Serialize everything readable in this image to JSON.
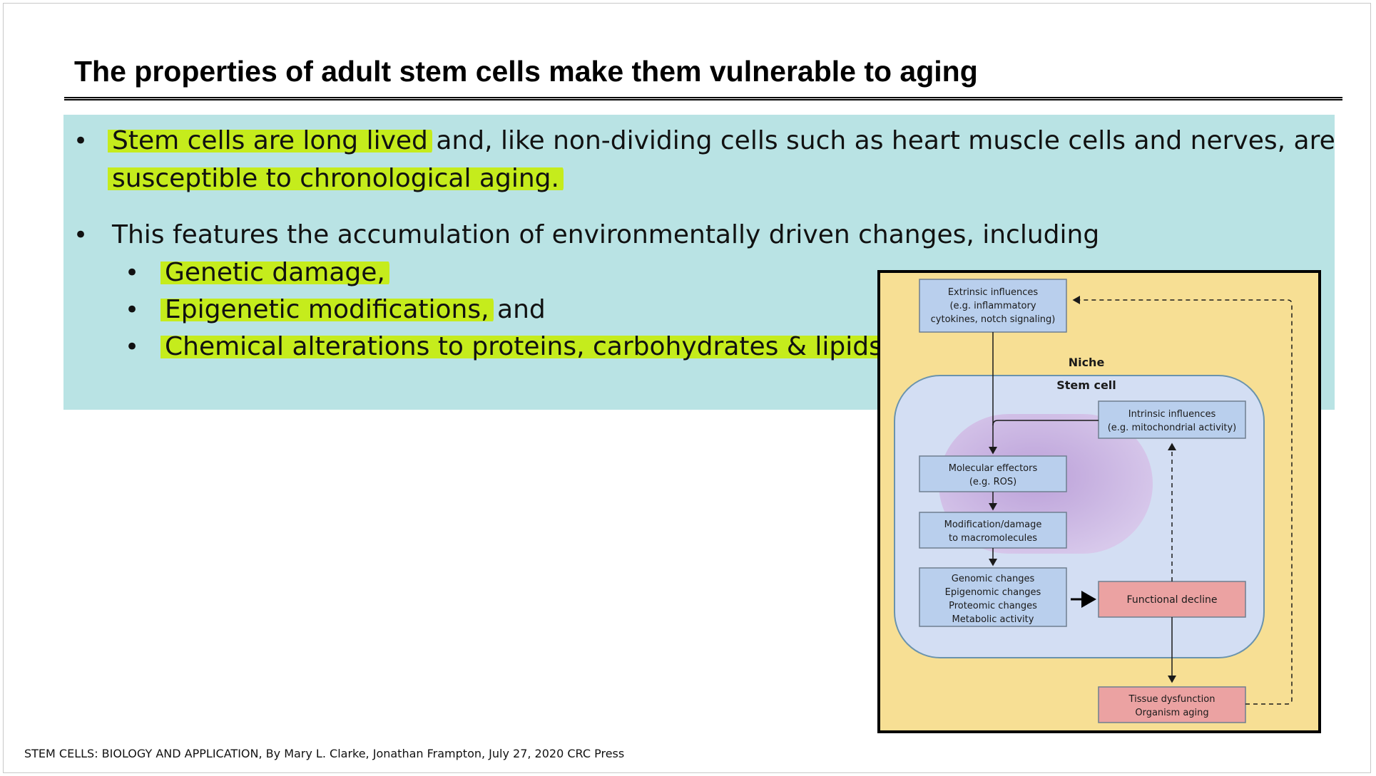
{
  "slide": {
    "title": "The properties of adult stem cells make them vulnerable to aging",
    "bullets": {
      "b1_line1_highlight": "Stem cells are long lived",
      "b1_line1_rest": " and, like non-dividing cells such as heart muscle cells and nerves, are",
      "b1_line2_highlight": "susceptible to chronological aging.",
      "b2_text": "This features the accumulation of environmentally driven changes, including",
      "sub1_highlight": "Genetic damage,",
      "sub2_highlight": "Epigenetic modifications,",
      "sub2_rest": " and",
      "sub3_highlight": "Chemical alterations to proteins, carbohydrates & lipids",
      "bullet_char": "•"
    },
    "citation": "STEM CELLS: BIOLOGY AND APPLICATION, By Mary L. Clarke, Jonathan Frampton, July 27, 2020 CRC Press",
    "highlight_color": "#c5ec1c",
    "textbox_color": "#b9e3e4"
  },
  "figure": {
    "niche_label": "Niche",
    "stem_cell_label": "Stem cell",
    "extrinsic": {
      "line1": "Extrinsic influences",
      "line2": "(e.g. inflammatory",
      "line3": "cytokines, notch signaling)"
    },
    "intrinsic": {
      "line1": "Intrinsic influences",
      "line2": "(e.g. mitochondrial activity)"
    },
    "molecular": {
      "line1": "Molecular effectors",
      "line2": "(e.g. ROS)"
    },
    "modification": {
      "line1": "Modification/damage",
      "line2": "to macromolecules"
    },
    "changes": {
      "line1": "Genomic changes",
      "line2": "Epigenomic changes",
      "line3": "Proteomic changes",
      "line4": "Metabolic activity"
    },
    "functional_decline": "Functional decline",
    "tissue": {
      "line1": "Tissue dysfunction",
      "line2": "Organism aging"
    },
    "colors": {
      "niche_bg": "#f7df94",
      "stem_cell_bg": "#d3def3",
      "nucleus": "#c7aedd",
      "box_blue": "#b9cfed",
      "box_red": "#eba2a2"
    }
  }
}
